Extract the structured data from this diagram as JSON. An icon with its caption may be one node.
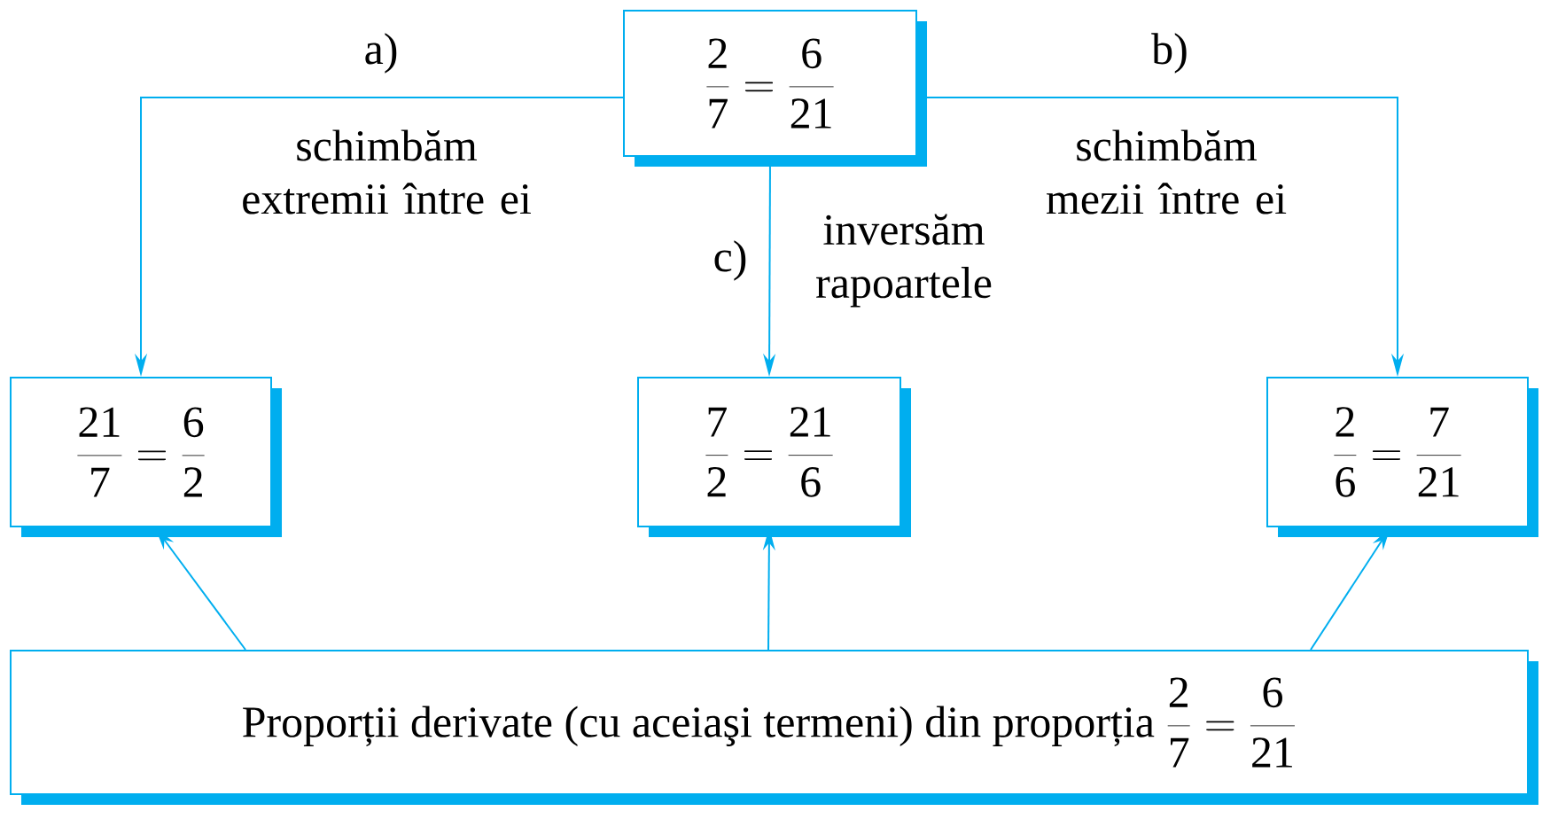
{
  "diagram": {
    "nodes": [
      {
        "text": [
          "\\frac{2}{7}=\\frac{6}{21}"
        ]
      },
      {
        "text": [
          "\\frac{21}{7}=\\frac{6}{2}"
        ]
      },
      {
        "text": [
          "\\frac{7}{2}=\\frac{21}{6}"
        ]
      },
      {
        "text": [
          "\\frac{2}{6}=\\frac{7}{21}"
        ]
      },
      {
        "text": [
          "Proporții derivate (cu aceiaşi termeni) din proporția",
          "\\frac{2}{7}=\\frac{6}{21}"
        ]
      }
    ],
    "edges": [
      {
        "from": 0,
        "to": 1,
        "arrow": "to",
        "label": "schimbăm extremii între ei"
      },
      {
        "from": 0,
        "to": 3,
        "arrow": "to",
        "label": "schimbăm mezii între ei"
      },
      {
        "from": 0,
        "to": 2,
        "arrow": "to",
        "label": "inversăm rapoartele"
      },
      {
        "from": 4,
        "to": 1,
        "arrow": "to"
      },
      {
        "from": 4,
        "to": 2,
        "arrow": "to"
      },
      {
        "from": 4,
        "to": 3,
        "arrow": "to"
      }
    ],
    "labels": [
      "a)",
      "b)",
      "c)"
    ]
  }
}
